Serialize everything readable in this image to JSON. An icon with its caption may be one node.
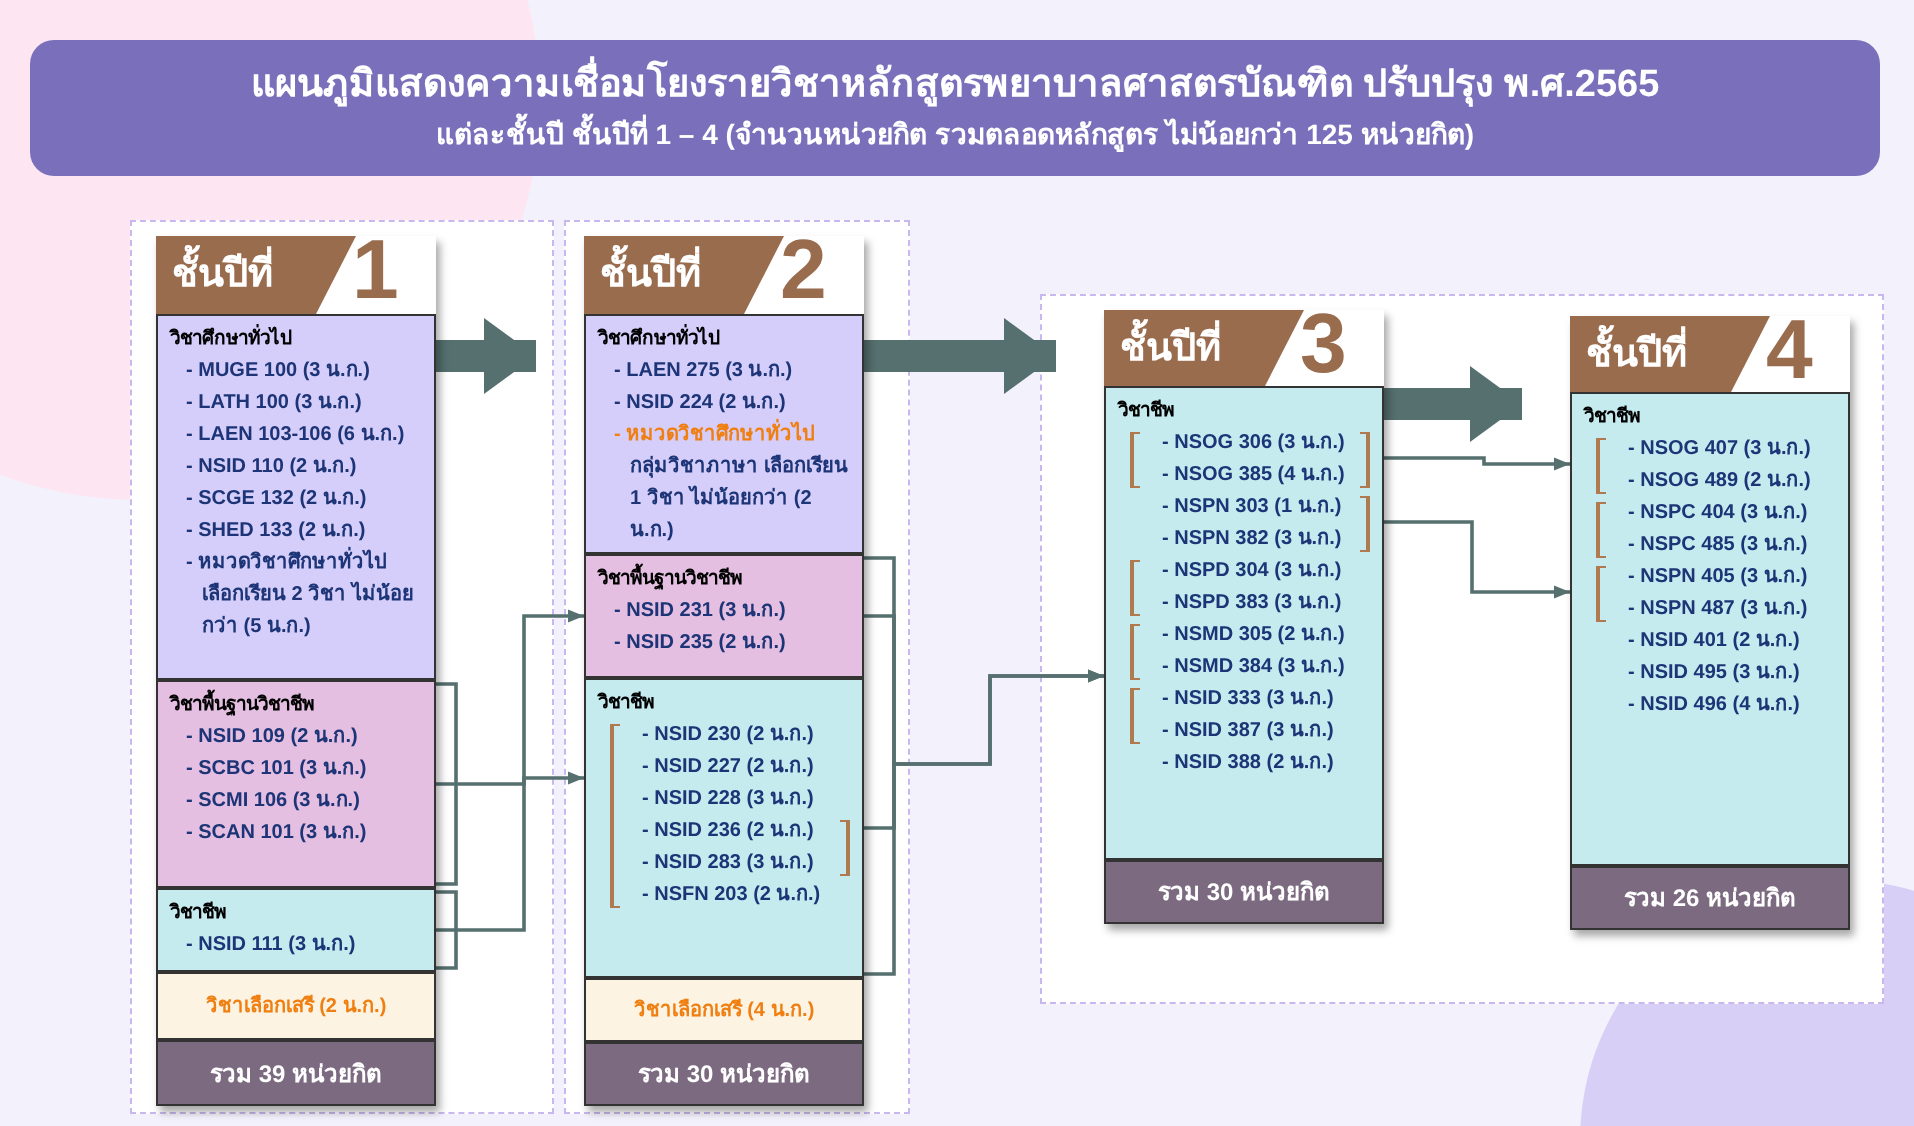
{
  "diagram": {
    "title": "แผนภูมิแสดงความเชื่อมโยงรายวิชาหลักสูตรพยาบาลศาสตรบัณฑิต ปรับปรุง พ.ศ.2565",
    "nodes": [
      {
        "text": [
          "ชั้นปีที่",
          "1"
        ]
      },
      {
        "text": [
          "วิชาศึกษาทั่วไป",
          "- MUGE 100 (3 น.ก.)",
          "- LATH 100 (3 น.ก.)",
          "- LAEN 103-106 (6 น.ก.)",
          "- NSID 110 (2 น.ก.)",
          "- SCGE 132 (2 น.ก.)",
          "- SHED 133 (2 น.ก.)",
          "- หมวดวิชาศึกษาทั่วไป เลือกเรียน 2 วิชา ไม่น้อยกว่า (5 น.ก.)"
        ],
        "in": 0
      },
      {
        "text": [
          "วิชาพื้นฐานวิชาชีพ",
          "- NSID 109 (2 น.ก.)",
          "- SCBC 101 (3 น.ก.)",
          "- SCMI 106 (3 น.ก.)",
          "- SCAN 101 (3 น.ก.)"
        ],
        "in": 0
      },
      {
        "text": [
          "วิชาชีพ",
          "- NSID 111 (3 น.ก.)"
        ],
        "in": 0
      },
      {
        "text": [
          "วิชาเลือกเสรี (2 น.ก.)"
        ],
        "in": 0
      },
      {
        "text": [
          "รวม 39 หน่วยกิต"
        ],
        "in": 0
      },
      {
        "text": [
          "ชั้นปีที่",
          "2"
        ]
      },
      {
        "text": [
          "วิชาศึกษาทั่วไป",
          "- LAEN 275 (3 น.ก.)",
          "- NSID 224 (2 น.ก.)",
          "- หมวดวิชาศึกษาทั่วไป",
          "กลุ่มวิชาภาษา เลือกเรียน 1 วิชา ไม่น้อยกว่า (2 น.ก.)"
        ],
        "in": 6
      },
      {
        "text": [
          "วิชาพื้นฐานวิชาชีพ",
          "- NSID 231 (3 น.ก.)",
          "- NSID 235 (2 น.ก.)"
        ],
        "in": 6
      },
      {
        "text": [
          "วิชาชีพ",
          "- NSID 230 (2 น.ก.)",
          "- NSID 227 (2 น.ก.)",
          "- NSID 228 (3 น.ก.)",
          "- NSID 236 (2 น.ก.)",
          "- NSID 283 (3 น.ก.)",
          "- NSFN 203 (2 น.ก.)"
        ],
        "in": 6
      },
      {
        "text": [
          "วิชาเลือกเสรี (4 น.ก.)"
        ],
        "in": 6
      },
      {
        "text": [
          "รวม 30 หน่วยกิต"
        ],
        "in": 6
      },
      {
        "text": [
          "ชั้นปีที่",
          "3"
        ]
      },
      {
        "text": [
          "วิชาชีพ",
          "- NSOG 306 (3 น.ก.)",
          "- NSOG 385 (4 น.ก.)",
          "- NSPN 303 (1 น.ก.)",
          "- NSPN 382 (3 น.ก.)",
          "- NSPD 304 (3 น.ก.)",
          "- NSPD 383 (3 น.ก.)",
          "- NSMD 305 (2 น.ก.)",
          "- NSMD 384 (3 น.ก.)",
          "- NSID 333 (3 น.ก.)",
          "- NSID 387 (3 น.ก.)",
          "- NSID 388 (2 น.ก.)"
        ],
        "in": 12
      },
      {
        "text": [
          "รวม 30 หน่วยกิต"
        ],
        "in": 12
      },
      {
        "text": [
          "ชั้นปีที่",
          "4"
        ]
      },
      {
        "text": [
          "วิชาชีพ",
          "- NSOG 407 (3 น.ก.)",
          "- NSOG 489 (2 น.ก.)",
          "- NSPC 404 (3 น.ก.)",
          "- NSPC 485 (3 น.ก.)",
          "- NSPN 405 (3 น.ก.)",
          "- NSPN 487 (3 น.ก.)",
          "- NSID 401 (2 น.ก.)",
          "- NSID 495 (3 น.ก.)",
          "- NSID 496 (4 น.ก.)"
        ],
        "in": 15
      },
      {
        "text": [
          "รวม 26 หน่วยกิต"
        ],
        "in": 15
      }
    ],
    "edges": [
      {
        "from": 0,
        "to": 6,
        "arrow": "to",
        "style": "thick"
      },
      {
        "from": 6,
        "to": 12,
        "arrow": "to",
        "style": "thick"
      },
      {
        "from": 12,
        "to": 15,
        "arrow": "to",
        "style": "thick"
      },
      {
        "from": 2,
        "to": 8,
        "arrow": "to"
      },
      {
        "from": 3,
        "to": 9,
        "arrow": "to"
      },
      {
        "from": 8,
        "to": 13,
        "arrow": "to"
      },
      {
        "from": 9,
        "to": 13,
        "arrow": "to"
      },
      {
        "from": 13,
        "to": 16,
        "arrow": "to"
      },
      {
        "from": 13,
        "to": 16,
        "arrow": "to"
      }
    ],
    "labels": [
      "แต่ละชั้นปี ชั้นปีที่ 1 – 4 (จำนวนหน่วยกิต รวมตลอดหลักสูตร ไม่น้อยกว่า 125 หน่วยกิต)"
    ]
  }
}
